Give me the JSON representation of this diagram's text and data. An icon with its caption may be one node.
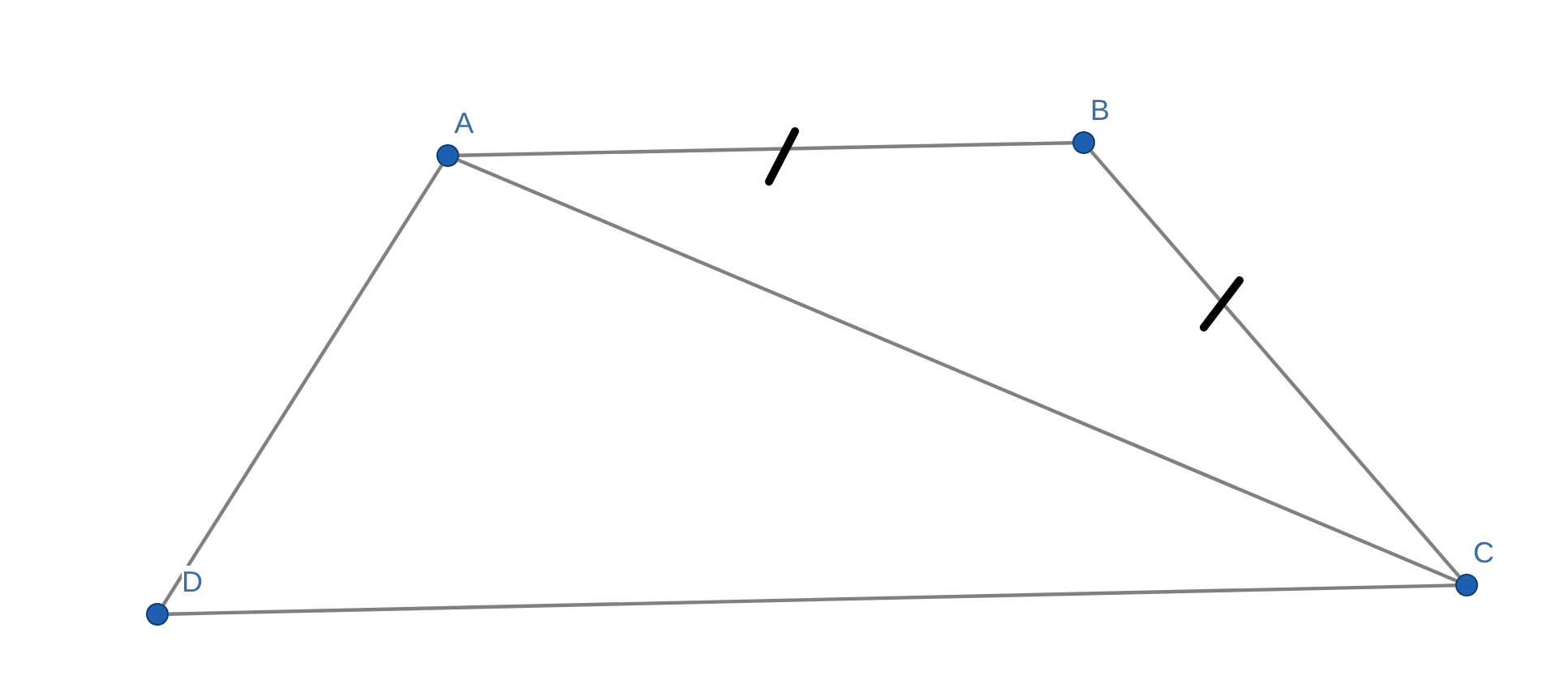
{
  "diagram": {
    "nodes": [
      {
        "text": [
          "A"
        ]
      },
      {
        "text": [
          "B"
        ]
      },
      {
        "text": [
          "C"
        ]
      },
      {
        "text": [
          "D"
        ]
      }
    ],
    "edges": [
      {
        "from": 0,
        "to": 1,
        "arrow": "none"
      },
      {
        "from": 1,
        "to": 2,
        "arrow": "none"
      },
      {
        "from": 2,
        "to": 3,
        "arrow": "none"
      },
      {
        "from": 3,
        "to": 0,
        "arrow": "none"
      },
      {
        "from": 0,
        "to": 2,
        "arrow": "none"
      }
    ]
  }
}
